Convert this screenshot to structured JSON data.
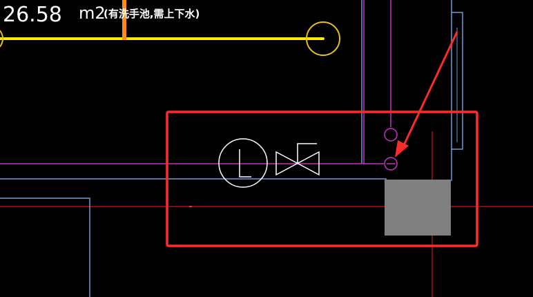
{
  "drawing": {
    "background": "#000000",
    "area_label": {
      "number": "26.58",
      "unit": "m2",
      "note": "(有洗手池,需上下水)"
    },
    "layer_colors": {
      "yellow_pipe": "#ffea00",
      "orange_marker": "#ff8c1a",
      "purple_pipe": "#c832c8",
      "blue_wall": "#6e9ad2",
      "red_axis": "#d21414",
      "white_symbol": "#ffffff",
      "gray_block": "#808080",
      "annotation_red": "#ff2a2a"
    },
    "symbols": [
      {
        "name": "L-circle-symbol",
        "letter": "L"
      },
      {
        "name": "valve-symbol"
      }
    ]
  }
}
